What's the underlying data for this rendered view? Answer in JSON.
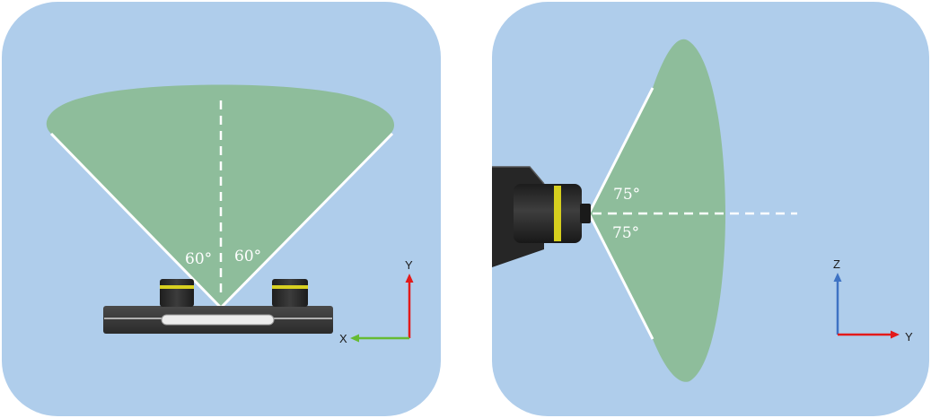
{
  "colors": {
    "panel": "#afcdeb",
    "fov": "#8ebd9b",
    "white": "#ffffff",
    "axis_x": "#66bb33",
    "axis_y": "#e31a1a",
    "axis_z": "#3e73c4"
  },
  "top_view": {
    "angle_left": "60°",
    "angle_right": "60°",
    "axis_vertical_label": "Y",
    "axis_horizontal_label": "X"
  },
  "side_view": {
    "angle_upper": "75°",
    "angle_lower": "75°",
    "axis_vertical_label": "Z",
    "axis_horizontal_label": "Y"
  }
}
